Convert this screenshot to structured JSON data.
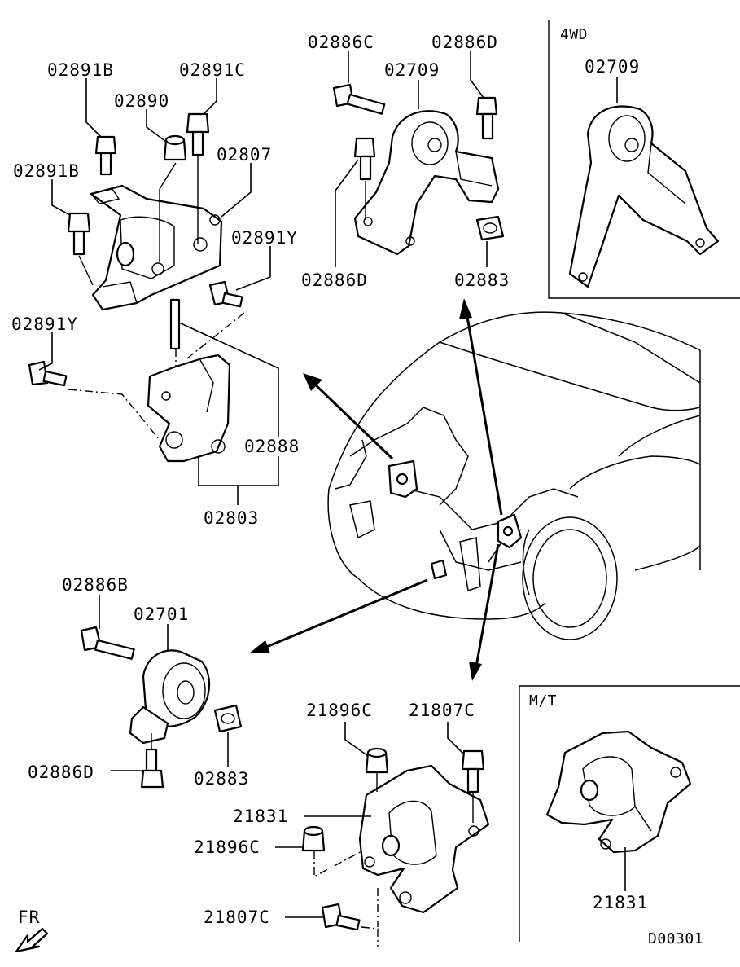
{
  "callouts": {
    "c02891b_top": "02891B",
    "c02891c": "02891C",
    "c02890": "02890",
    "c02807": "02807",
    "c02891b_left": "02891B",
    "c02891y_right": "02891Y",
    "c02891y_left": "02891Y",
    "c02888": "02888",
    "c02803": "02803",
    "c02886c": "02886C",
    "c02886d_top": "02886D",
    "c02709": "02709",
    "c02886d_mid": "02886D",
    "c02883_top": "02883",
    "c02886b": "02886B",
    "c02701": "02701",
    "c02886d_bottom": "02886D",
    "c02883_bottom": "02883",
    "c21896c_top": "21896C",
    "c21807c_top": "21807C",
    "c21831": "21831",
    "c21896c_left": "21896C",
    "c21807c_bottom": "21807C"
  },
  "inset_4wd": {
    "title": "4WD",
    "part": "02709"
  },
  "inset_mt": {
    "title": "M/T",
    "part": "21831"
  },
  "front_indicator": "FR",
  "diagram_code": "D00301"
}
